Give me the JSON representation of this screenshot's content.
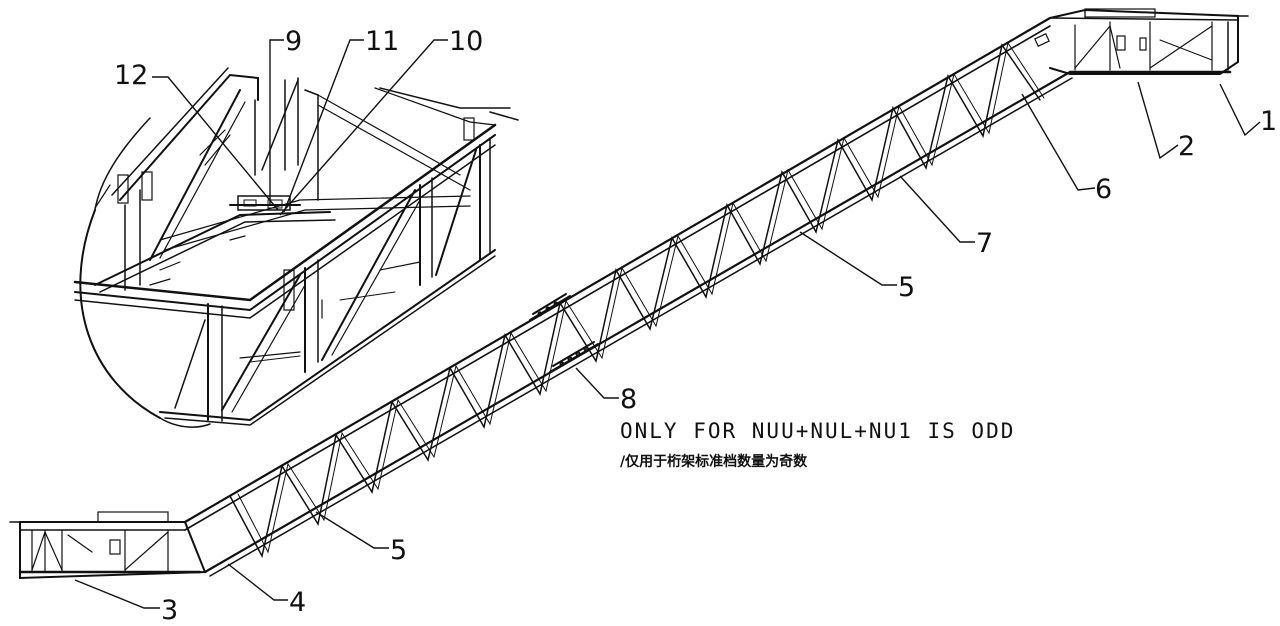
{
  "diagram": {
    "callouts": {
      "c1": "1",
      "c2": "2",
      "c3": "3",
      "c4": "4",
      "c5a": "5",
      "c5b": "5",
      "c6": "6",
      "c7": "7",
      "c8": "8",
      "c9": "9",
      "c10": "10",
      "c11": "11",
      "c12": "12"
    },
    "note_en": "ONLY FOR NUU+NUL+NU1 IS ODD",
    "note_cn": "/仅用于桁架标准档数量为奇数"
  },
  "colors": {
    "line": "#111111",
    "background": "#ffffff"
  }
}
